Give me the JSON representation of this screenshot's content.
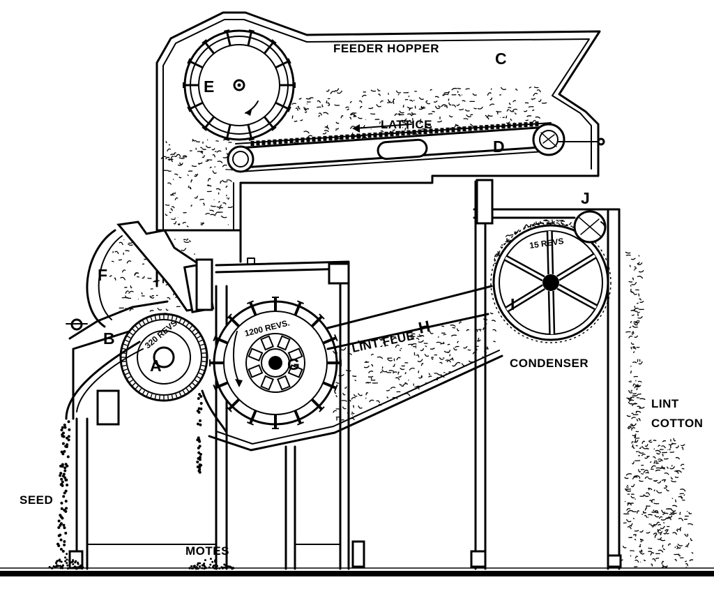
{
  "labels": {
    "feeder_hopper": "FEEDER HOPPER",
    "c": "C",
    "e": "E",
    "lattice": "LATTICE",
    "d": "D",
    "j": "J",
    "f": "F",
    "b": "B",
    "a": "A",
    "rev_a": "320 REVS",
    "rev_g": "1200 REVS.",
    "g": "G",
    "lint_flue": "LINT FLUE",
    "h": "H",
    "rev_i": "15 REVS",
    "i": "I",
    "condenser": "CONDENSER",
    "lint": "LINT",
    "cotton": "COTTON",
    "seed": "SEED",
    "motes": "MOTES"
  },
  "colors": {
    "ink": "#000000",
    "paper": "#ffffff"
  }
}
